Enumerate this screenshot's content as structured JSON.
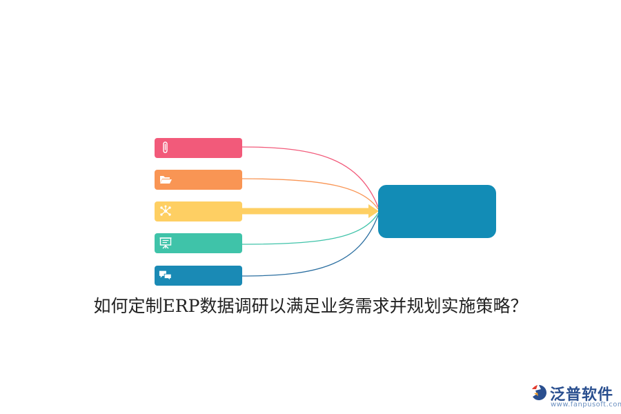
{
  "diagram": {
    "title": "如何定制ERP数据调研以满足业务需求并规划实施策略？",
    "hub_label": "",
    "items": [
      {
        "icon": "paperclip-icon",
        "label": "",
        "color": "#f25a7a"
      },
      {
        "icon": "folder-open-icon",
        "label": "",
        "color": "#f99554"
      },
      {
        "icon": "network-icon",
        "label": "",
        "color": "#fecf63"
      },
      {
        "icon": "presentation-icon",
        "label": "",
        "color": "#3fc3a9"
      },
      {
        "icon": "chat-bubbles-icon",
        "label": "",
        "color": "#1a8ab5"
      }
    ],
    "hub_color": "#128cb6"
  },
  "logo": {
    "brand": "泛普软件",
    "url": "www.fanpusoft.com"
  }
}
